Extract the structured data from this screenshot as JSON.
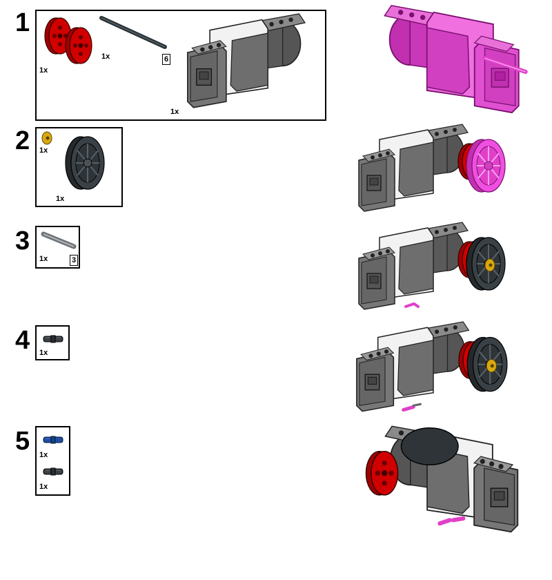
{
  "steps": [
    {
      "number": "1",
      "parts": [
        {
          "name": "red 3x3 hub pulley (pair)",
          "qty": "1x"
        },
        {
          "name": "dark grey axle",
          "qty": "1x",
          "length": "6"
        },
        {
          "name": "medium motor",
          "qty": "1x"
        }
      ]
    },
    {
      "number": "2",
      "parts": [
        {
          "name": "yellow bush",
          "qty": "1x"
        },
        {
          "name": "dark grey wheel rim",
          "qty": "1x"
        }
      ]
    },
    {
      "number": "3",
      "parts": [
        {
          "name": "grey axle",
          "qty": "1x",
          "length": "3"
        }
      ]
    },
    {
      "number": "4",
      "parts": [
        {
          "name": "black friction pin",
          "qty": "1x"
        }
      ]
    },
    {
      "number": "5",
      "parts": [
        {
          "name": "blue axle pin",
          "qty": "1x"
        },
        {
          "name": "black friction pin",
          "qty": "1x"
        }
      ]
    }
  ],
  "colors": {
    "highlight": "#e040c8",
    "motor_white": "#f2f2f2",
    "motor_grey": "#6b6b6b",
    "hub_red": "#c00000",
    "rim_dark": "#2e3438",
    "bush_yellow": "#e8b820",
    "pin_blue": "#1f4fa0"
  }
}
